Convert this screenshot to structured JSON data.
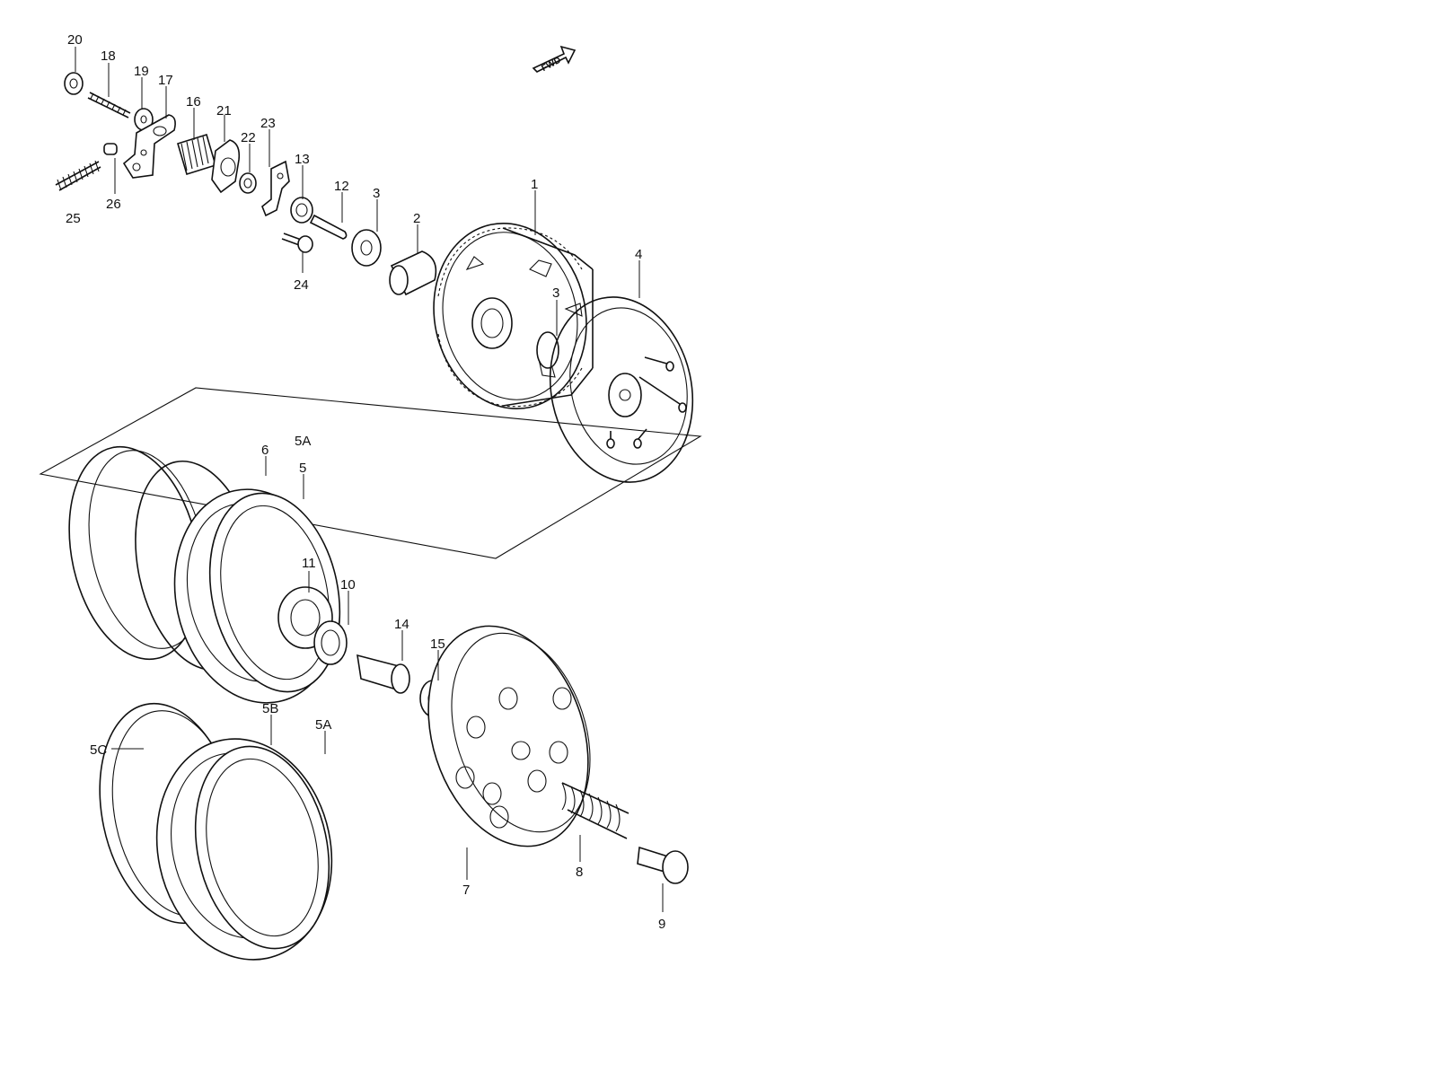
{
  "fwd_label": "FWD",
  "labels": [
    "20",
    "18",
    "19",
    "17",
    "16",
    "21",
    "22",
    "23",
    "13",
    "12",
    "3",
    "2",
    "1",
    "25",
    "26",
    "24",
    "3",
    "4",
    "5A",
    "6",
    "5",
    "11",
    "10",
    "14",
    "15",
    "5B",
    "5A",
    "5C",
    "7",
    "8",
    "9"
  ]
}
